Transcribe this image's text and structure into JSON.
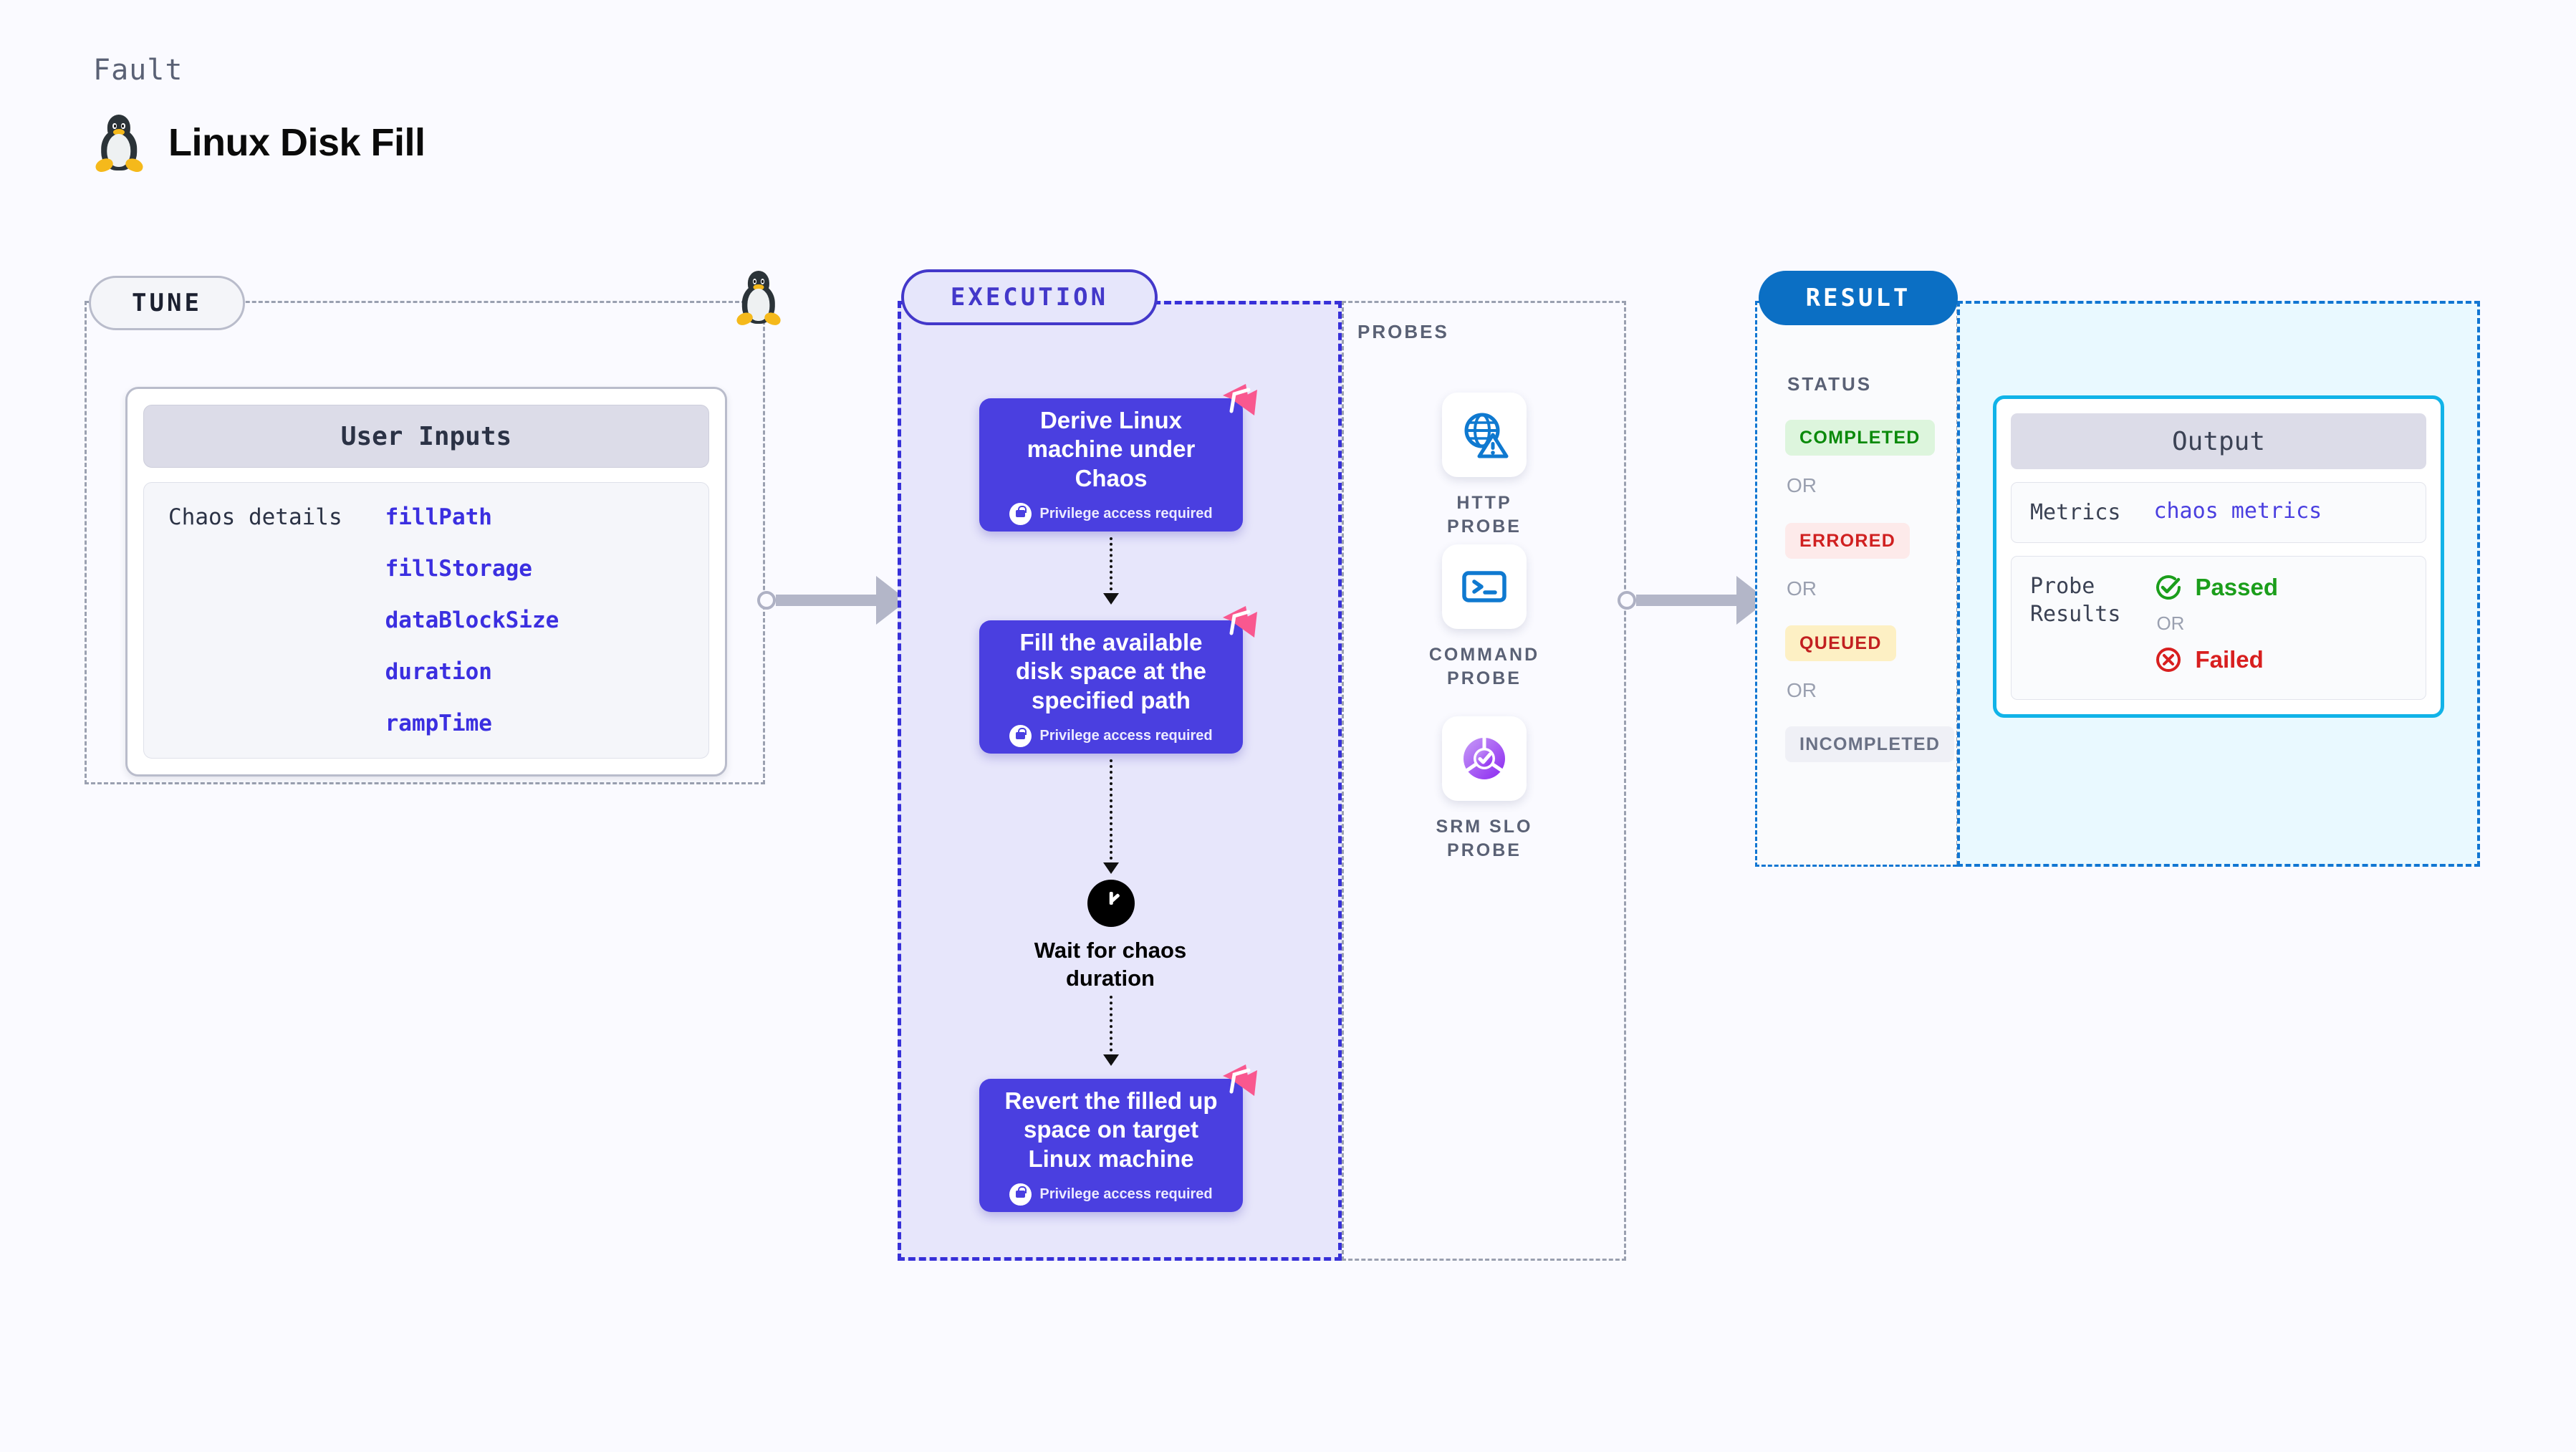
{
  "header": {
    "kicker": "Fault",
    "title": "Linux Disk Fill",
    "icon": "linux-penguin-icon"
  },
  "tune": {
    "pill_label": "TUNE",
    "corner_icon": "linux-penguin-icon",
    "card": {
      "heading": "User Inputs",
      "row_label": "Chaos details",
      "params": [
        "fillPath",
        "fillStorage",
        "dataBlockSize",
        "duration",
        "rampTime"
      ]
    }
  },
  "execution": {
    "pill_label": "EXECUTION",
    "nodes": [
      {
        "title": "Derive Linux machine under Chaos",
        "privilege": "Privilege access required",
        "badge_icon": "litmus-chaos-icon",
        "lock_icon": "lock-icon"
      },
      {
        "title": "Fill the available disk space at the specified path",
        "privilege": "Privilege access required",
        "badge_icon": "litmus-chaos-icon",
        "lock_icon": "lock-icon"
      },
      {
        "title": "Revert the filled up space on target Linux machine",
        "privilege": "Privilege access required",
        "badge_icon": "litmus-chaos-icon",
        "lock_icon": "lock-icon"
      }
    ],
    "wait": {
      "label": "Wait for chaos duration",
      "icon": "clock-icon"
    }
  },
  "probes": {
    "title": "PROBES",
    "items": [
      {
        "label": "HTTP PROBE",
        "icon": "globe-warning-icon"
      },
      {
        "label": "COMMAND PROBE",
        "icon": "terminal-icon"
      },
      {
        "label": "SRM SLO PROBE",
        "icon": "slo-donut-check-icon"
      }
    ]
  },
  "result": {
    "pill_label": "RESULT",
    "status_title": "STATUS",
    "or_label": "OR",
    "statuses": [
      {
        "label": "COMPLETED",
        "tone": "green"
      },
      {
        "label": "ERRORED",
        "tone": "red"
      },
      {
        "label": "QUEUED",
        "tone": "amber"
      },
      {
        "label": "INCOMPLETED",
        "tone": "gray"
      }
    ],
    "output": {
      "heading": "Output",
      "metrics_key": "Metrics",
      "metrics_value": "chaos metrics",
      "probe_key": "Probe\nResults",
      "passed_label": "Passed",
      "failed_label": "Failed",
      "or_label": "OR",
      "passed_icon": "check-circle-icon",
      "failed_icon": "x-circle-icon"
    }
  },
  "colors": {
    "background": "#FAFAFF",
    "execution_accent": "#3730D8",
    "execution_fill": "#E7E6FB",
    "node": "#4A3FE0",
    "result_accent": "#0B6FC4",
    "output_accent": "#11B3E8",
    "output_fill": "#E9F9FF",
    "param_link": "#3B2FE0",
    "ribbon": "#F9588F",
    "passed": "#1B9E1B",
    "failed": "#D81F1F"
  }
}
